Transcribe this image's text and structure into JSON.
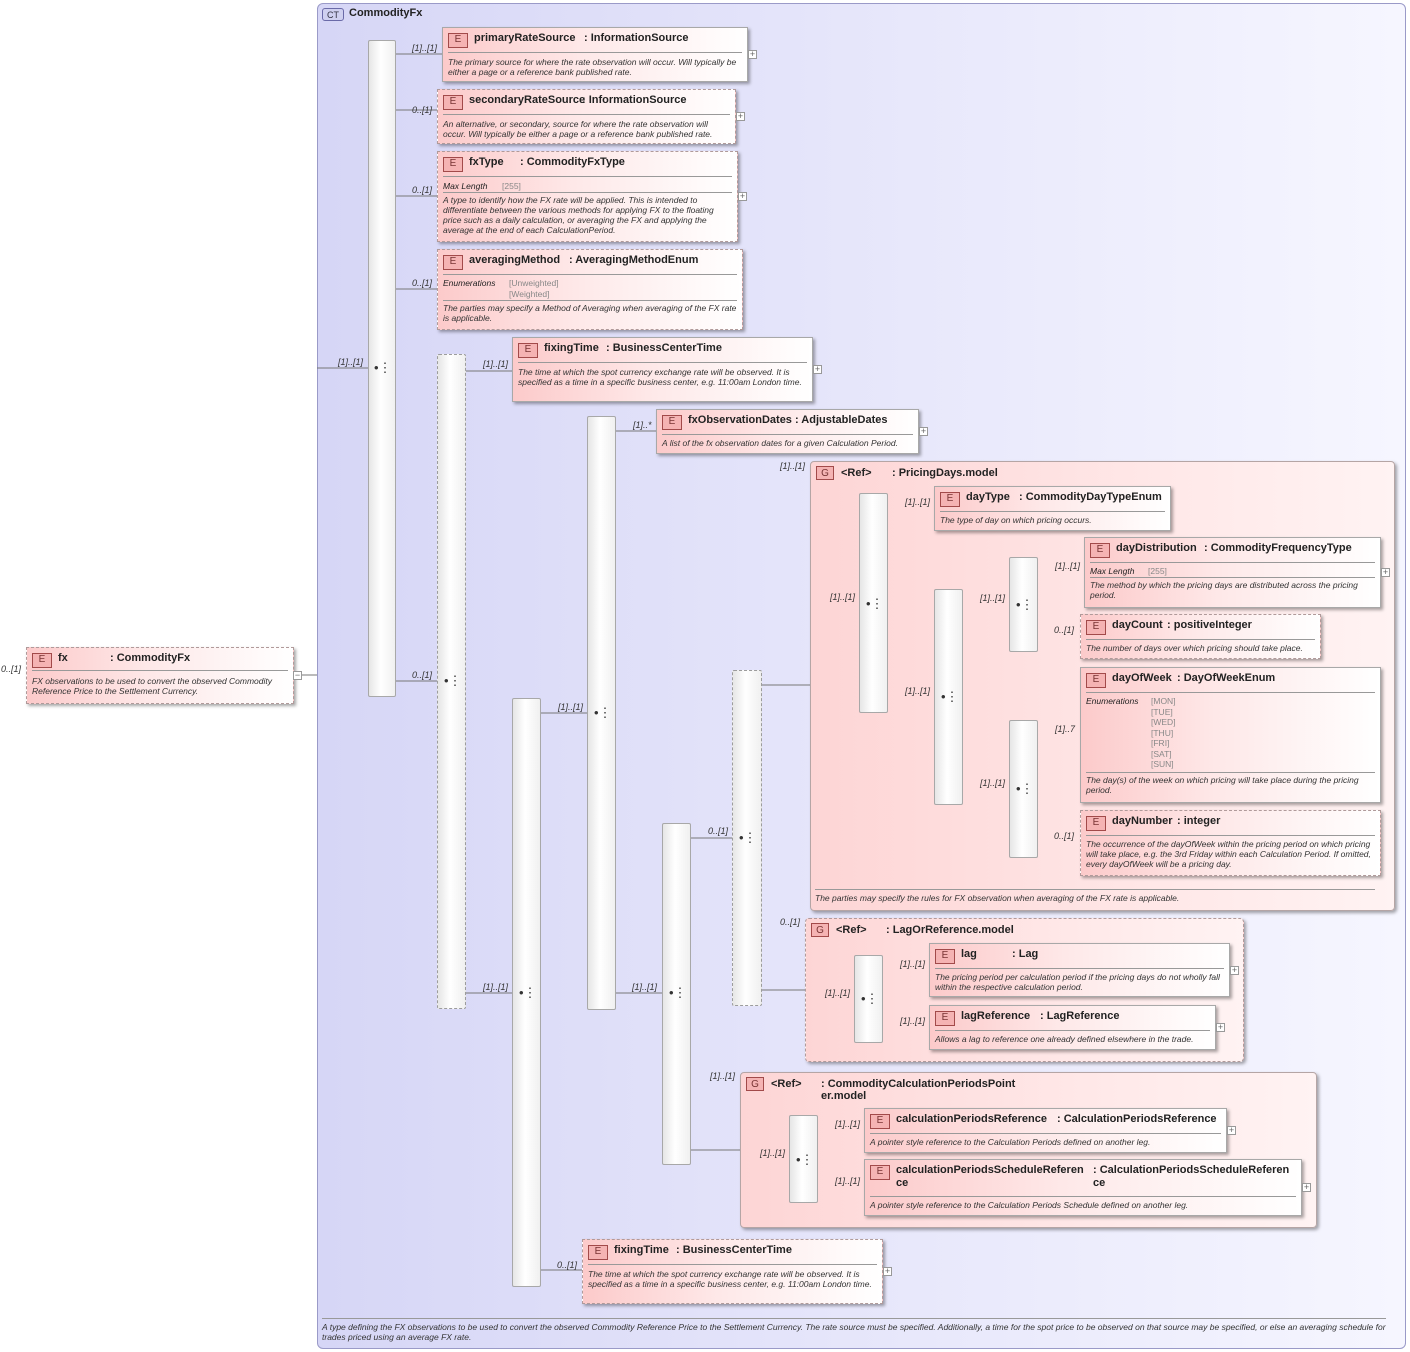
{
  "root_element": {
    "cardinality": "0..[1]",
    "tag": "E",
    "name": "fx",
    "type": ": CommodityFx",
    "doc": "FX observations to be used to convert the observed Commodity Reference Price to the Settlement Currency.",
    "collapse": "−"
  },
  "complex_type": {
    "tag": "CT",
    "name": "CommodityFx",
    "doc": "A type defining the FX observations to be used to convert the observed Commodity Reference Price to the Settlement Currency. The rate source must be specified. Additionally, a time for the spot price to be observed on that source may be specified, or else an averaging schedule for trades priced using an average FX rate."
  },
  "elements": {
    "primaryRateSource": {
      "tag": "E",
      "name": "primaryRateSource",
      "type": ": InformationSource",
      "card": "[1]..[1]",
      "doc": "The primary source for where the rate observation will occur. Will typically be either a page or a reference bank published rate.",
      "expand": "+"
    },
    "secondaryRateSource": {
      "tag": "E",
      "name": "secondaryRateSource",
      "type": ": InformationSource",
      "card": "0..[1]",
      "doc": "An alternative, or secondary, source for where the rate observation will occur. Will typically be either a page or a reference bank published rate.",
      "expand": "+"
    },
    "fxType": {
      "tag": "E",
      "name": "fxType",
      "type": ": CommodityFxType",
      "card": "0..[1]",
      "facet_label": "Max Length",
      "facet_value": "[255]",
      "doc": "A type to identify how the FX rate will be applied. This is intended to differentiate between the various methods for applying FX to the floating price such as a daily calculation, or averaging the FX and applying the average at the end of each CalculationPeriod.",
      "expand": "+"
    },
    "averagingMethod": {
      "tag": "E",
      "name": "averagingMethod",
      "type": ": AveragingMethodEnum",
      "card": "0..[1]",
      "facet_label": "Enumerations",
      "facet_value": "[Unweighted]\n[Weighted]",
      "doc": "The parties may specify a Method of Averaging when averaging of the FX rate is applicable."
    },
    "fixingTime1": {
      "tag": "E",
      "name": "fixingTime",
      "type": ": BusinessCenterTime",
      "card": "[1]..[1]",
      "doc": "The time at which the spot currency exchange rate will be observed. It is specified as a time in a specific business center, e.g. 11:00am London time.",
      "expand": "+"
    },
    "fxObservationDates": {
      "tag": "E",
      "name": "fxObservationDates",
      "type": ": AdjustableDates",
      "card": "[1]..*",
      "doc": "A list of the fx observation dates for a given Calculation Period.",
      "expand": "+"
    },
    "dayType": {
      "tag": "E",
      "name": "dayType",
      "type": ": CommodityDayTypeEnum",
      "card": "[1]..[1]",
      "doc": "The type of day on which pricing occurs."
    },
    "dayDistribution": {
      "tag": "E",
      "name": "dayDistribution",
      "type": ": CommodityFrequencyType",
      "card": "[1]..[1]",
      "facet_label": "Max Length",
      "facet_value": "[255]",
      "doc": "The method by which the pricing days are distributed across the pricing period.",
      "expand": "+"
    },
    "dayCount": {
      "tag": "E",
      "name": "dayCount",
      "type": ": positiveInteger",
      "card": "0..[1]",
      "doc": "The number of days over which pricing should take place."
    },
    "dayOfWeek": {
      "tag": "E",
      "name": "dayOfWeek",
      "type": ": DayOfWeekEnum",
      "card": "[1]..7",
      "facet_label": "Enumerations",
      "facet_value": "[MON]\n[TUE]\n[WED]\n[THU]\n[FRI]\n[SAT]\n[SUN]",
      "doc": "The day(s) of the week on which pricing will take place during the pricing period."
    },
    "dayNumber": {
      "tag": "E",
      "name": "dayNumber",
      "type": ": integer",
      "card": "0..[1]",
      "doc": "The occurrence of the dayOfWeek within the pricing period on which pricing will take place, e.g. the 3rd Friday within each Calculation Period. If omitted, every dayOfWeek will be a pricing day."
    },
    "lag": {
      "tag": "E",
      "name": "lag",
      "type": ": Lag",
      "card": "[1]..[1]",
      "doc": "The pricing period per calculation period if the pricing days do not wholly fall within the respective calculation period.",
      "expand": "+"
    },
    "lagReference": {
      "tag": "E",
      "name": "lagReference",
      "type": ": LagReference",
      "card": "[1]..[1]",
      "doc": "Allows a lag to reference one already defined elsewhere in the trade.",
      "expand": "+"
    },
    "calculationPeriodsReference": {
      "tag": "E",
      "name": "calculationPeriodsReference",
      "type": ": CalculationPeriodsReference",
      "card": "[1]..[1]",
      "doc": "A pointer style reference to the Calculation Periods defined on another leg.",
      "expand": "+"
    },
    "calculationPeriodsScheduleReference": {
      "tag": "E",
      "name": "calculationPeriodsScheduleReferen\nce",
      "type": ": CalculationPeriodsScheduleReferen\nce",
      "card": "[1]..[1]",
      "doc": "A pointer style reference to the Calculation Periods Schedule defined on another leg.",
      "expand": "+"
    },
    "fixingTime2": {
      "tag": "E",
      "name": "fixingTime",
      "type": ": BusinessCenterTime",
      "card": "0..[1]",
      "doc": "The time at which the spot currency exchange rate will be observed. It is specified as a time in a specific business center, e.g. 11:00am London time.",
      "expand": "+"
    }
  },
  "groups": {
    "pricingDays": {
      "tag": "G",
      "ref": "<Ref>",
      "type": ": PricingDays.model",
      "card": "[1]..[1]",
      "doc": "The parties may specify the rules for FX observation when averaging of the FX rate is applicable."
    },
    "lagOrReference": {
      "tag": "G",
      "ref": "<Ref>",
      "type": ": LagOrReference.model",
      "card": "0..[1]"
    },
    "calcPeriodsPointer": {
      "tag": "G",
      "ref": "<Ref>",
      "type": ": CommodityCalculationPeriodsPoint\ner.model",
      "card": "[1]..[1]"
    }
  },
  "compositors": {
    "seqMain": {
      "card": "[1]..[1]"
    },
    "choiceA": {
      "card": "0..[1]"
    },
    "seqB": {
      "card": "[1]..[1]"
    },
    "seqC": {
      "card": "[1]..[1]"
    },
    "seqD": {
      "card": "[1]..[1]"
    },
    "choiceE": {
      "card": "0..[1]"
    },
    "seqPD": {
      "card": "[1]..[1]"
    },
    "choicePD": {
      "card": "[1]..[1]"
    },
    "seqDD": {
      "card": "[1]..[1]"
    },
    "seqDW": {
      "card": "[1]..[1]"
    },
    "choiceLag": {
      "card": "[1]..[1]"
    },
    "choiceCalc": {
      "card": "[1]..[1]"
    }
  }
}
